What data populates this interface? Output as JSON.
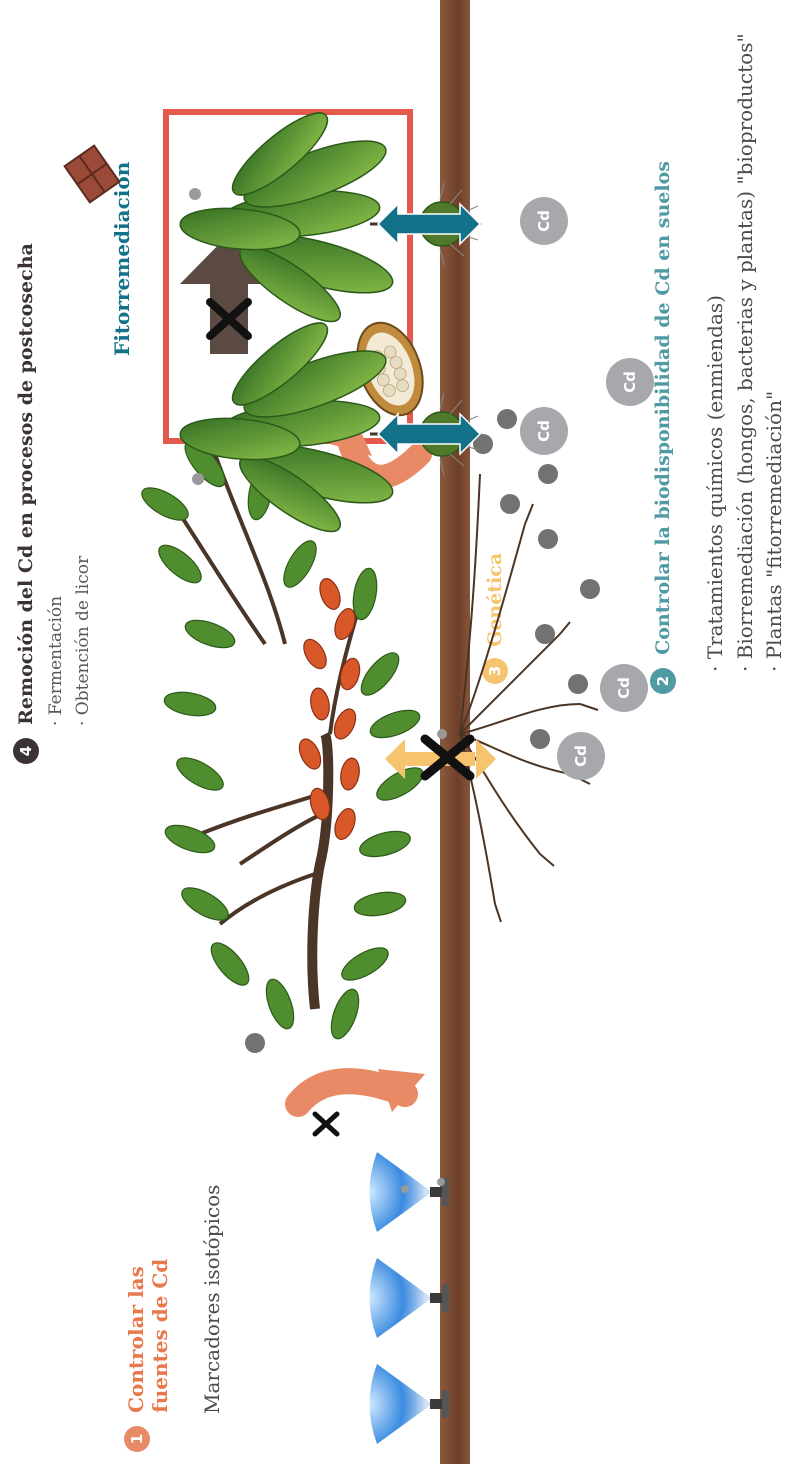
{
  "colors": {
    "orange": "#e98a66",
    "orange_heading": "#e8794d",
    "teal": "#3f8e98",
    "teal_heading": "#4f9aa3",
    "teal_arrow": "#137289",
    "yellow": "#f6c46e",
    "dark": "#3b3333",
    "red_box": "#e35a4d",
    "soil": "#7a4a32",
    "text_gray": "#4c4a4a",
    "cd_gray": "#a7a8ab",
    "dot_gray": "#727272"
  },
  "step1": {
    "number": "1",
    "title_line1": "Controlar las",
    "title_line2": "fuentes de Cd",
    "subtitle": "Marcadores isotópicos"
  },
  "step2": {
    "number": "2",
    "title": "Controlar la biodisponibilidad de Cd en suelos",
    "bullets": [
      "· Tratamientos químicos (enmiendas)",
      "· Biorremediación (hongos, bacterias y plantas) \"bioproductos\"",
      "· Plantas \"fitorremediación\""
    ]
  },
  "step3": {
    "number": "3",
    "title": "Genética"
  },
  "step4": {
    "number": "4",
    "title": "Remoción del Cd en procesos de postcosecha",
    "bullets": [
      "· Fermentación",
      "· Obtención de licor"
    ]
  },
  "phyto": {
    "title": "Fitorremediación"
  },
  "cd_label": "Cd",
  "icons": {
    "fertilizer": "fertilizer-spreader-icon",
    "cacao_tree": "cacao-tree-icon",
    "cacao_pod": "cacao-pod-icon",
    "chocolate": "chocolate-bar-icon",
    "phyto_plant": "phytoremediation-plant-icon",
    "cd_particle": "cadmium-particle-icon",
    "block": "cross-mark-icon"
  }
}
